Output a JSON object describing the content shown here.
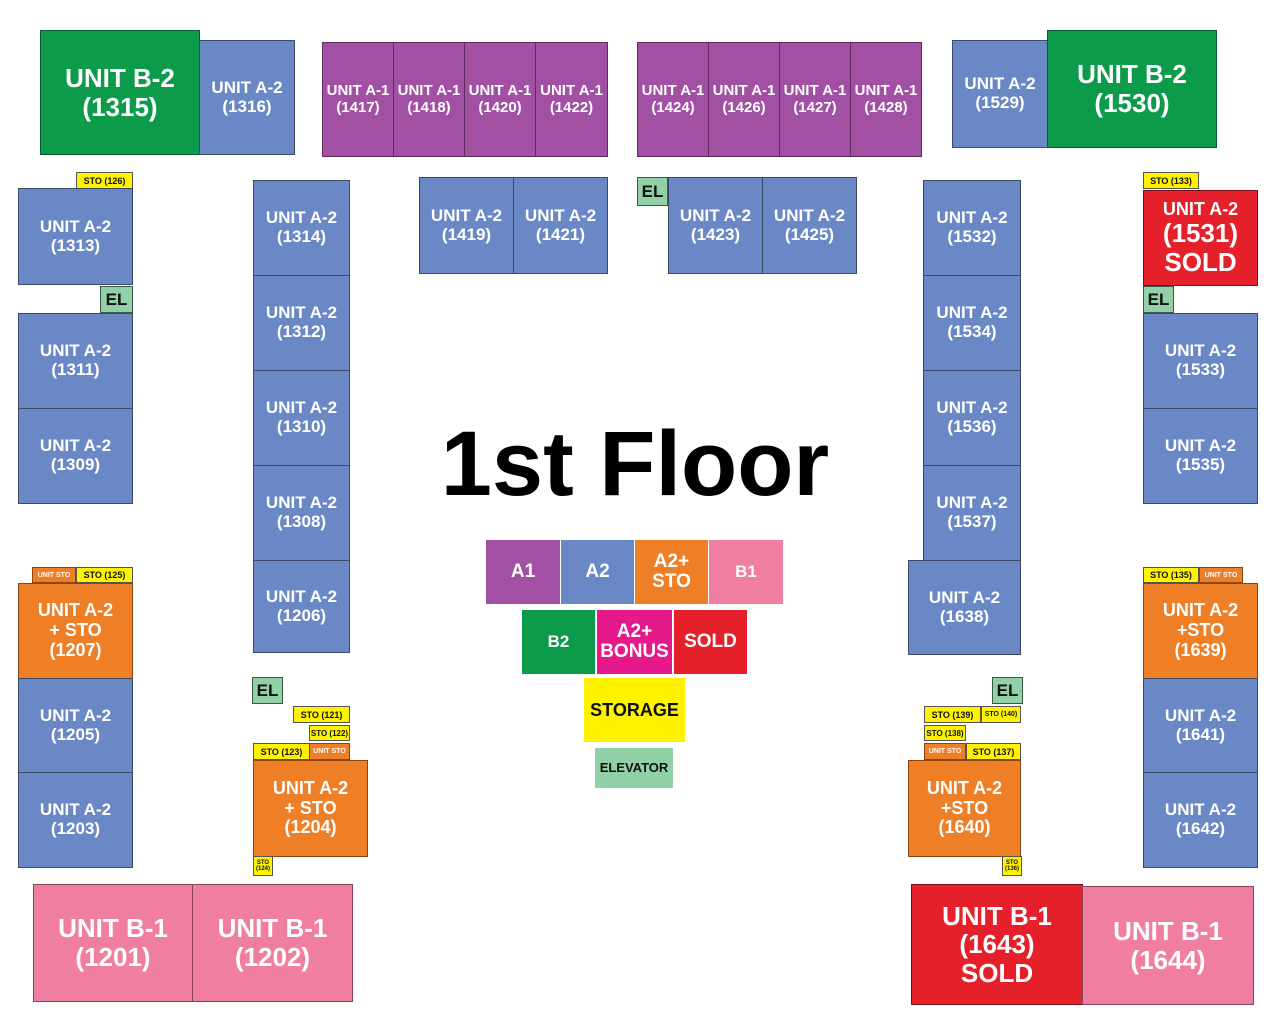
{
  "title": "1st Floor",
  "colors": {
    "A1": "#a150a4",
    "A2": "#6b88c6",
    "A2_STO": "#ef7f27",
    "B1": "#f07ea0",
    "B2": "#0c9b4b",
    "A2_BONUS": "#e5198a",
    "SOLD": "#e5202a",
    "STORAGE": "#fff200",
    "ELEVATOR": "#92d0a8"
  },
  "units": {
    "u1315": {
      "name": "UNIT B-2",
      "num": "(1315)"
    },
    "u1316": {
      "name": "UNIT A-2",
      "num": "(1316)"
    },
    "u1417": {
      "name": "UNIT A-1",
      "num": "(1417)"
    },
    "u1418": {
      "name": "UNIT A-1",
      "num": "(1418)"
    },
    "u1420": {
      "name": "UNIT A-1",
      "num": "(1420)"
    },
    "u1422": {
      "name": "UNIT A-1",
      "num": "(1422)"
    },
    "u1424": {
      "name": "UNIT A-1",
      "num": "(1424)"
    },
    "u1426": {
      "name": "UNIT A-1",
      "num": "(1426)"
    },
    "u1427": {
      "name": "UNIT A-1",
      "num": "(1427)"
    },
    "u1428": {
      "name": "UNIT A-1",
      "num": "(1428)"
    },
    "u1529": {
      "name": "UNIT A-2",
      "num": "(1529)"
    },
    "u1530": {
      "name": "UNIT B-2",
      "num": "(1530)"
    },
    "u1313": {
      "name": "UNIT A-2",
      "num": "(1313)"
    },
    "u1311": {
      "name": "UNIT A-2",
      "num": "(1311)"
    },
    "u1309": {
      "name": "UNIT A-2",
      "num": "(1309)"
    },
    "u1314": {
      "name": "UNIT A-2",
      "num": "(1314)"
    },
    "u1312": {
      "name": "UNIT A-2",
      "num": "(1312)"
    },
    "u1310": {
      "name": "UNIT A-2",
      "num": "(1310)"
    },
    "u1308": {
      "name": "UNIT A-2",
      "num": "(1308)"
    },
    "u1206": {
      "name": "UNIT A-2",
      "num": "(1206)"
    },
    "u1419": {
      "name": "UNIT A-2",
      "num": "(1419)"
    },
    "u1421": {
      "name": "UNIT A-2",
      "num": "(1421)"
    },
    "u1423": {
      "name": "UNIT A-2",
      "num": "(1423)"
    },
    "u1425": {
      "name": "UNIT A-2",
      "num": "(1425)"
    },
    "u1532": {
      "name": "UNIT A-2",
      "num": "(1532)"
    },
    "u1534": {
      "name": "UNIT A-2",
      "num": "(1534)"
    },
    "u1536": {
      "name": "UNIT A-2",
      "num": "(1536)"
    },
    "u1537": {
      "name": "UNIT A-2",
      "num": "(1537)"
    },
    "u1638": {
      "name": "UNIT A-2",
      "num": "(1638)"
    },
    "u1531": {
      "name": "UNIT A-2",
      "num": "(1531)",
      "status": "SOLD"
    },
    "u1533": {
      "name": "UNIT A-2",
      "num": "(1533)"
    },
    "u1535": {
      "name": "UNIT A-2",
      "num": "(1535)"
    },
    "u1207": {
      "name": "UNIT A-2",
      "sto": "+ STO",
      "num": "(1207)"
    },
    "u1205": {
      "name": "UNIT A-2",
      "num": "(1205)"
    },
    "u1203": {
      "name": "UNIT A-2",
      "num": "(1203)"
    },
    "u1204": {
      "name": "UNIT A-2",
      "sto": "+ STO",
      "num": "(1204)"
    },
    "u1640": {
      "name": "UNIT A-2",
      "sto": "+STO",
      "num": "(1640)"
    },
    "u1639": {
      "name": "UNIT A-2",
      "sto": "+STO",
      "num": "(1639)"
    },
    "u1641": {
      "name": "UNIT A-2",
      "num": "(1641)"
    },
    "u1642": {
      "name": "UNIT A-2",
      "num": "(1642)"
    },
    "u1201": {
      "name": "UNIT B-1",
      "num": "(1201)"
    },
    "u1202": {
      "name": "UNIT B-1",
      "num": "(1202)"
    },
    "u1643": {
      "name": "UNIT B-1",
      "num": "(1643)",
      "status": "SOLD"
    },
    "u1644": {
      "name": "UNIT B-1",
      "num": "(1644)"
    }
  },
  "storage": {
    "s126": "STO (126)",
    "s133": "STO (133)",
    "s125": "STO (125)",
    "s135": "STO (135)",
    "s121": "STO (121)",
    "s122": "STO (122)",
    "s123": "STO (123)",
    "s124": "STO (124)",
    "s139": "STO (139)",
    "s140": "STO (140)",
    "s138": "STO (138)",
    "s137": "STO (137)",
    "s136": "STO (136)",
    "unit_sto": "UNIT STO"
  },
  "elevator_label": "EL",
  "legend": {
    "a1": "A1",
    "a2": "A2",
    "a2sto_1": "A2+",
    "a2sto_2": "STO",
    "b1": "B1",
    "b2": "B2",
    "bonus_1": "A2+",
    "bonus_2": "BONUS",
    "sold": "SOLD",
    "storage": "STORAGE",
    "elevator": "ELEVATOR"
  }
}
